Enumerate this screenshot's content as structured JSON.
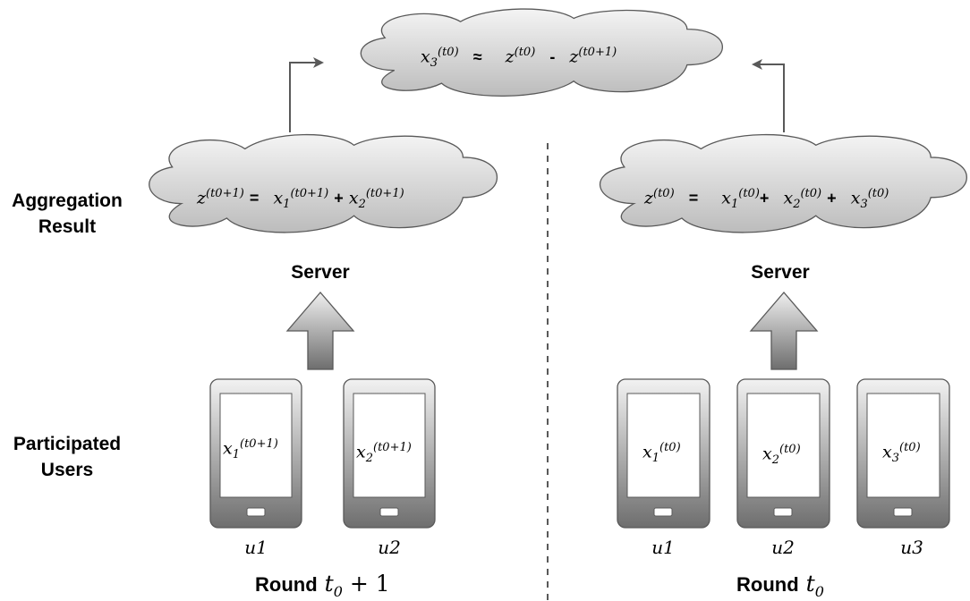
{
  "labels": {
    "aggregation_result_line1": "Aggregation",
    "aggregation_result_line2": "Result",
    "participated_users_line1": "Participated",
    "participated_users_line2": "Users",
    "server_left": "Server",
    "server_right": "Server"
  },
  "top_cloud": {
    "lhs_base": "x",
    "lhs_sub": "3",
    "lhs_sup": "(t0)",
    "approx": "≈",
    "term1_base": "z",
    "term1_sup": "(t0)",
    "minus": "-",
    "term2_base": "z",
    "term2_sup": "(t0+1)"
  },
  "left_cloud": {
    "lhs_base": "z",
    "lhs_sup": "(t0+1)",
    "equals": "=",
    "t1_base": "x",
    "t1_sub": "1",
    "t1_sup": "(t0+1)",
    "plus": "+",
    "t2_base": "x",
    "t2_sub": "2",
    "t2_sup": "(t0+1)"
  },
  "right_cloud": {
    "lhs_base": "z",
    "lhs_sup": "(t0)",
    "equals": "=",
    "t1_base": "x",
    "t1_sub": "1",
    "t1_sup": "(t0)",
    "plus1": "+",
    "t2_base": "x",
    "t2_sub": "2",
    "t2_sup": "(t0)",
    "plus2": "+",
    "t3_base": "x",
    "t3_sub": "3",
    "t3_sup": "(t0)"
  },
  "phones_left": [
    {
      "base": "x",
      "sub": "1",
      "sup": "(t0+1)",
      "user": "u1"
    },
    {
      "base": "x",
      "sub": "2",
      "sup": "(t0+1)",
      "user": "u2"
    }
  ],
  "phones_right": [
    {
      "base": "x",
      "sub": "1",
      "sup": "(t0)",
      "user": "u1"
    },
    {
      "base": "x",
      "sub": "2",
      "sup": "(t0)",
      "user": "u2"
    },
    {
      "base": "x",
      "sub": "3",
      "sup": "(t0)",
      "user": "u3"
    }
  ],
  "rounds": {
    "left_word": "Round",
    "left_math_base": "t",
    "left_math_sub": "0",
    "left_math_rest": "+ 1",
    "right_word": "Round",
    "right_math_base": "t",
    "right_math_sub": "0"
  },
  "colors": {
    "cloud_top": "#f4f4f4",
    "cloud_bottom": "#bcbcbc",
    "phone_top": "#f2f2f2",
    "phone_bottom": "#6e6e6e",
    "arrow_line": "#595959",
    "divider": "#595959"
  }
}
